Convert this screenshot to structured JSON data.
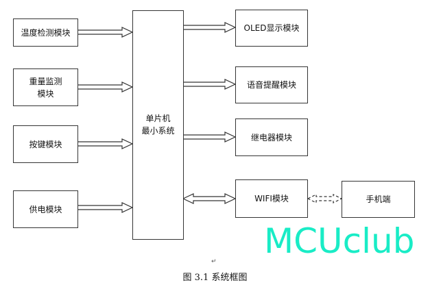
{
  "inputs": [
    "温度检测模块",
    "重量监测\n模块",
    "按键模块",
    "供电模块"
  ],
  "mcu": "单片机\n最小系统",
  "outputs": [
    "OLED显示模块",
    "语音提醒模块",
    "继电器模块",
    "WIFI模块"
  ],
  "phone": "手机端",
  "caption": "图 3.1 系统框图",
  "paragraph_mark": "↵",
  "watermark": "MCUclub"
}
